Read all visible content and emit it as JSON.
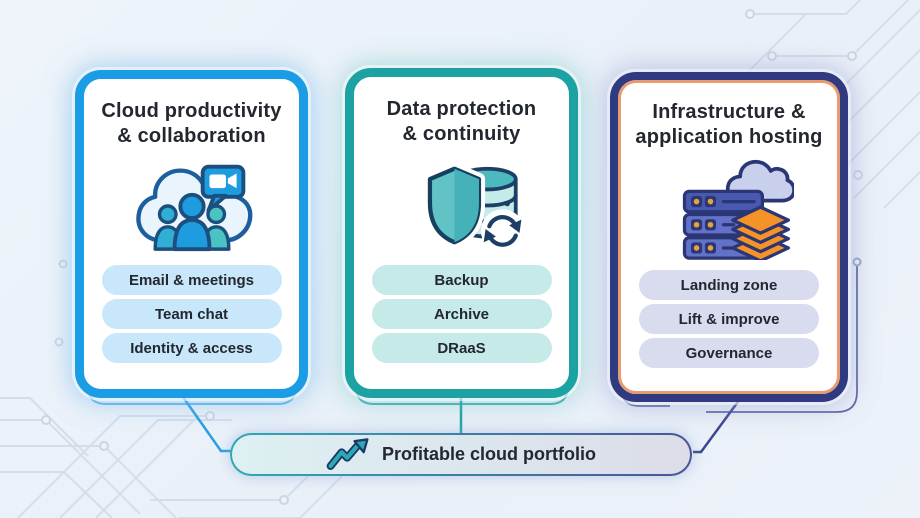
{
  "diagram": {
    "theme": "cloud services portfolio",
    "background_pattern": "circuit-board-traces"
  },
  "palette": {
    "card1_accent": "#1a9de4",
    "card2_accent": "#1ca2a2",
    "card3_accent": "#2f3a80",
    "card3_inner_ring": "#e89b6d",
    "footer_gradient_left": "#2fa9b4",
    "footer_gradient_right": "#4b5497"
  },
  "cards": [
    {
      "title_lines": [
        "Cloud productivity",
        "& collaboration"
      ],
      "icon": "cloud-team-video-icon",
      "items": [
        "Email & meetings",
        "Team chat",
        "Identity & access"
      ]
    },
    {
      "title_lines": [
        "Data protection",
        "& continuity"
      ],
      "icon": "shield-database-sync-icon",
      "items": [
        "Backup",
        "Archive",
        "DRaaS"
      ]
    },
    {
      "title_lines": [
        "Infrastructure &",
        "application hosting"
      ],
      "icon": "server-cloud-layers-icon",
      "items": [
        "Landing zone",
        "Lift & improve",
        "Governance"
      ]
    }
  ],
  "footer": {
    "icon": "trend-up-arrow-icon",
    "label": "Profitable cloud portfolio"
  }
}
